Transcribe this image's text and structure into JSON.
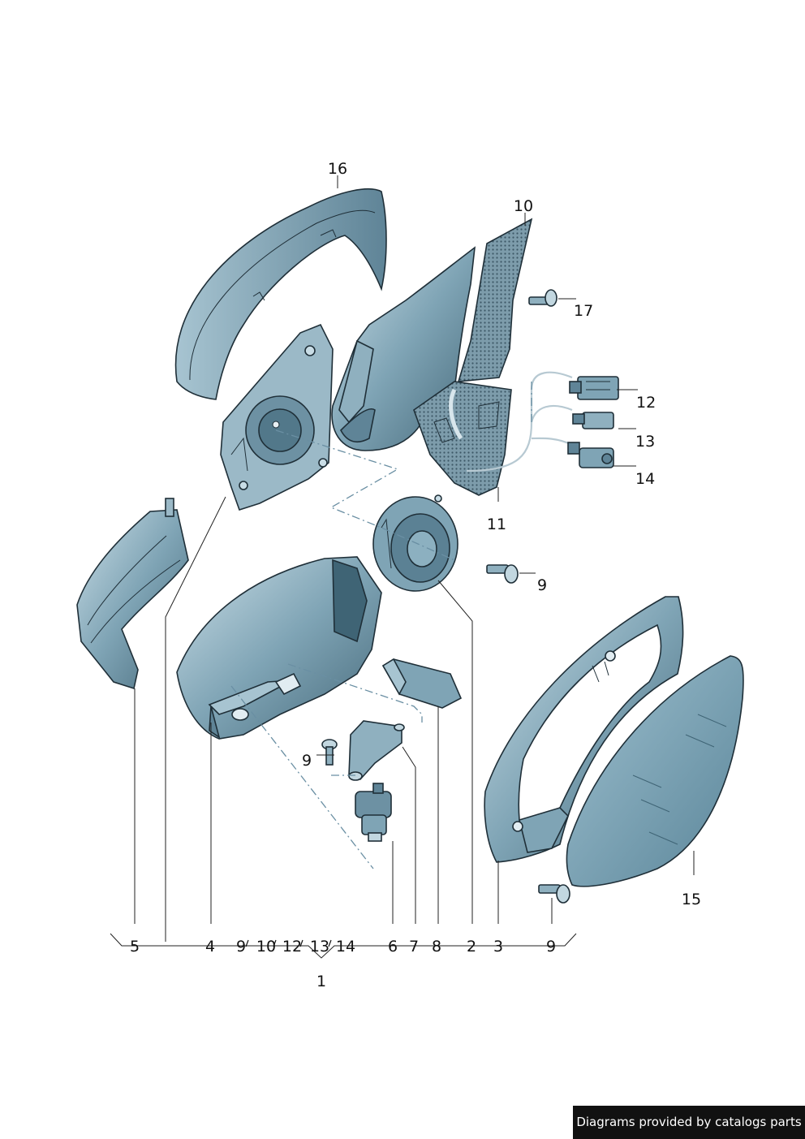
{
  "callouts": {
    "c16": "16",
    "c10": "10",
    "c17": "17",
    "c12": "12",
    "c13": "13",
    "c14": "14",
    "c11": "11",
    "c9_screw_motor": "9",
    "c9_screw_bracket": "9",
    "c15": "15",
    "b5": "5",
    "b4": "4",
    "b9": "9",
    "b10": "10",
    "b12": "12",
    "b13": "13",
    "b14": "14",
    "b6": "6",
    "b7": "7",
    "b8": "8",
    "b2": "2",
    "b3": "3",
    "b9_right": "9",
    "c1": "1"
  },
  "attribution": "Diagrams provided by catalogs parts",
  "colors": {
    "part_fill": "#7fa4b5",
    "part_light": "#b8d0db",
    "part_dark": "#3f6475",
    "glass": "#6d98ab",
    "dotted": "#5f7f8e"
  }
}
